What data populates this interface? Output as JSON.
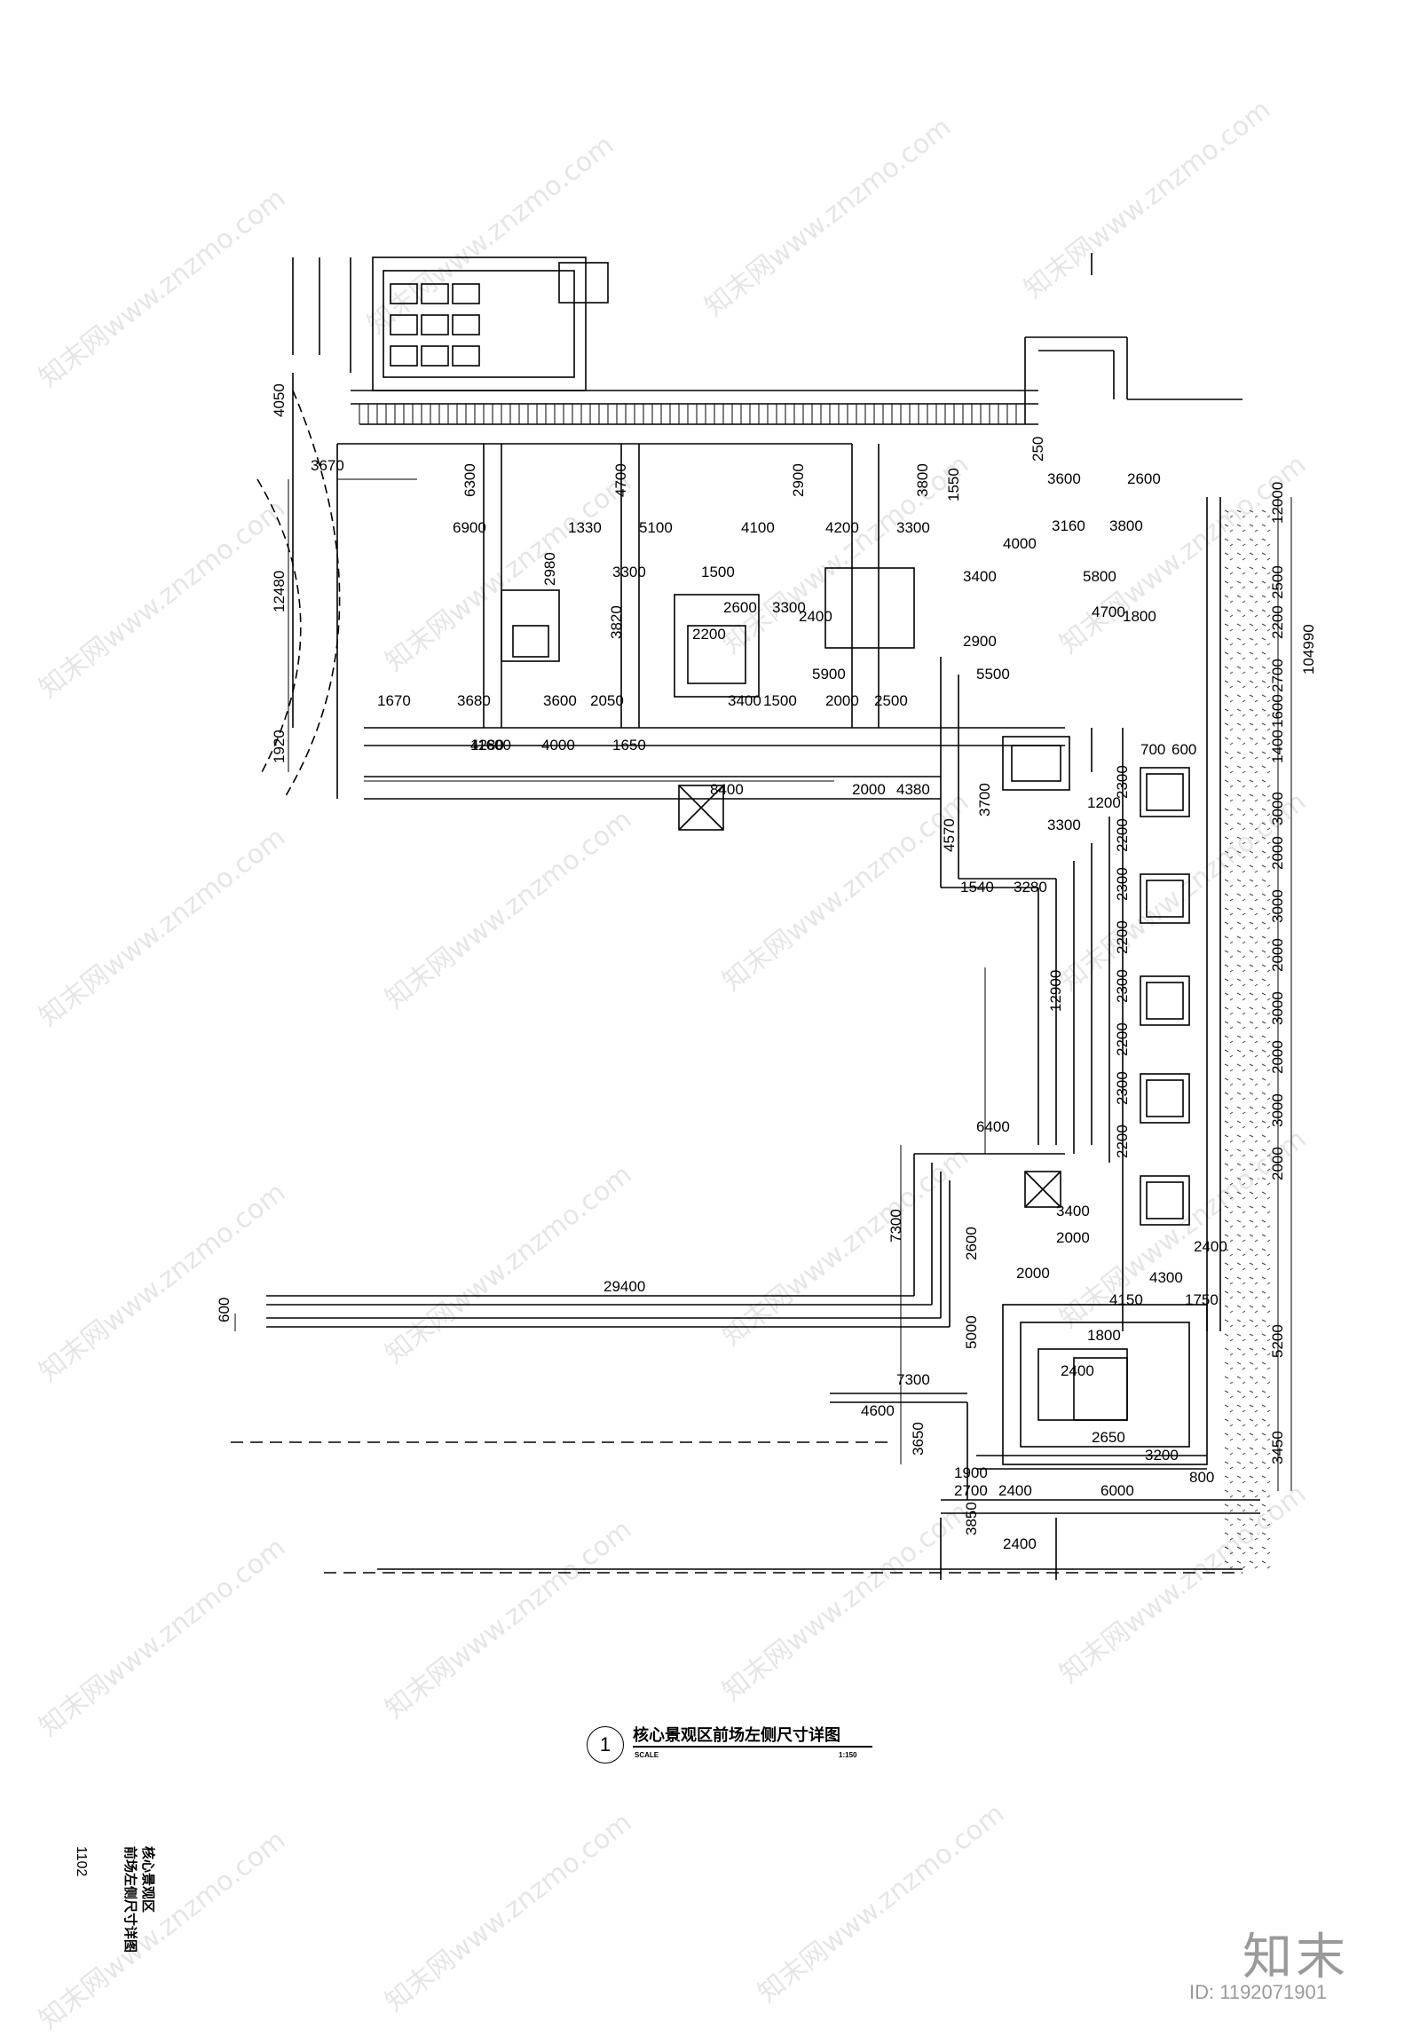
{
  "plan": {
    "title": "核心景观区前场左侧尺寸详图",
    "view_number": "1",
    "scale_label": "SCALE",
    "scale_value": "1:150"
  },
  "sheet": {
    "page_number": "1102",
    "side_title_line1": "核心景观区",
    "side_title_line2": "前场左侧尺寸详图"
  },
  "brand": {
    "logo_text": "知末",
    "image_id": "ID: 1192071901",
    "watermark_text": "知末网www.znzmo.com"
  },
  "dimensions": {
    "left": [
      "4050",
      "3670",
      "12480",
      "1920",
      "600"
    ],
    "top": [
      "6300",
      "4700",
      "2900",
      "3800",
      "1550",
      "250",
      "3600",
      "2600"
    ],
    "middle": [
      "6900",
      "1330",
      "5100",
      "4100",
      "4200",
      "3300",
      "2980",
      "3300",
      "1500",
      "2600",
      "3300",
      "2400",
      "3820",
      "2200",
      "3400",
      "5900",
      "11600",
      "4280",
      "4000",
      "1650",
      "8400",
      "2000",
      "4380",
      "1670",
      "3680",
      "3600",
      "2050",
      "1500",
      "2000",
      "2500",
      "2900",
      "5500",
      "5800",
      "4700",
      "1800",
      "3400",
      "4000",
      "3160",
      "3800"
    ],
    "center": [
      "4570",
      "3700",
      "3300",
      "1540",
      "3280",
      "12900",
      "6400",
      "7300",
      "29400",
      "2600",
      "2000",
      "3400",
      "5000",
      "7300",
      "4600",
      "3650",
      "1900",
      "2700",
      "2400",
      "6000",
      "3850",
      "2400",
      "2000",
      "4150",
      "1750",
      "1800",
      "2400",
      "2650",
      "3200",
      "800",
      "4300",
      "2400",
      "1200"
    ],
    "right": [
      "104990",
      "12000",
      "2500",
      "2200",
      "2700",
      "1600",
      "1400",
      "3000",
      "2000",
      "3000",
      "2000",
      "3000",
      "2000",
      "3000",
      "2000",
      "5200",
      "3450",
      "2300",
      "2200",
      "2300",
      "2200",
      "2300",
      "2200",
      "2300",
      "2200",
      "700",
      "600"
    ]
  }
}
